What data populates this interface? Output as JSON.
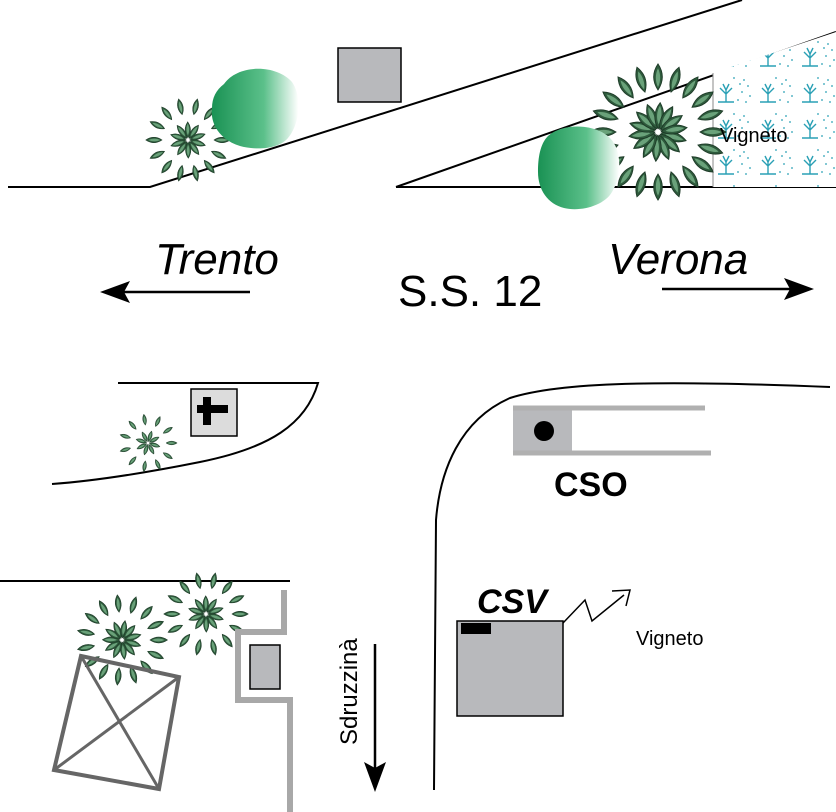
{
  "labels": {
    "trento": "Trento",
    "verona": "Verona",
    "road": "S.S. 12",
    "cso": "CSO",
    "csv": "CSV",
    "vineyard_top": "Vigneto",
    "vineyard_side": "Vigneto",
    "sdruzzina": "Sdruzzinà"
  },
  "icons": {
    "shrine": "cross-icon",
    "tree": "tree-icon",
    "bush": "bush-icon",
    "vineyard": "vineyard-pattern",
    "direction": "arrow-icon",
    "pointer": "zigzag-arrow-icon"
  },
  "colors": {
    "ink": "#000000",
    "building": "#b8b9bc",
    "wall": "#a8a8a8",
    "leaf_dark": "#2e5a3c",
    "leaf_mid": "#5c9670",
    "tree_green": "#1f9a5a",
    "vine": "#2aa0b5"
  }
}
